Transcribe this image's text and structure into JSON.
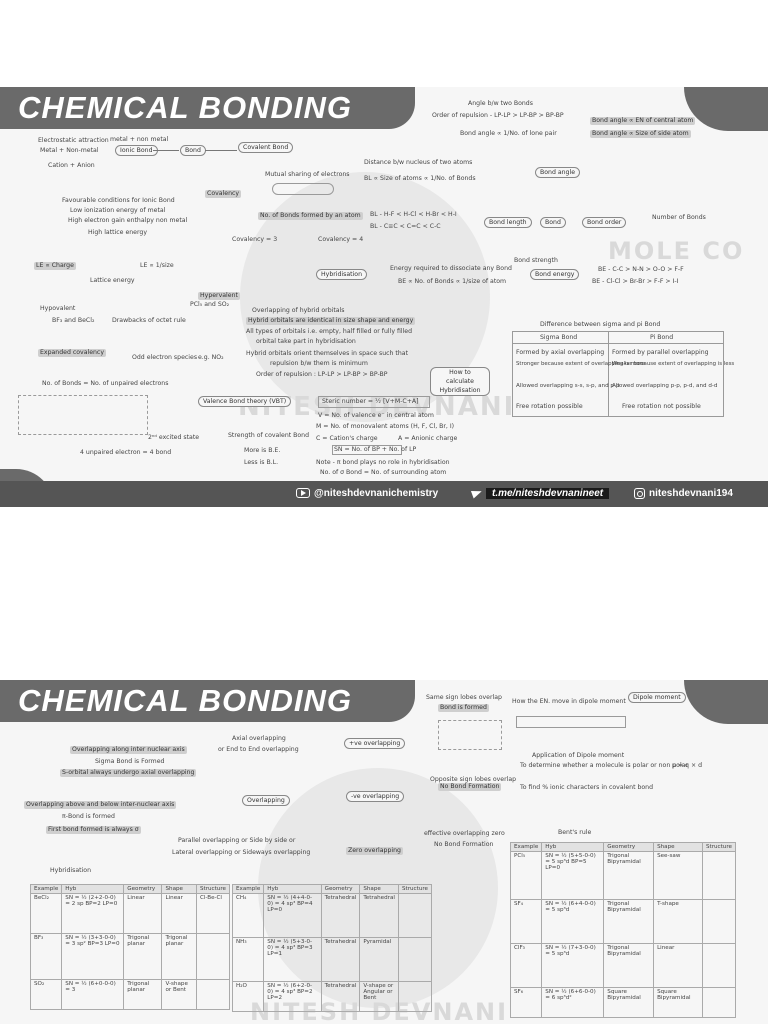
{
  "page1": {
    "title": "CHEMICAL BONDING",
    "watermark_text": "NITESH DEVNANI",
    "watermark_side": "MOLE CO",
    "texts": [
      "Electrostatic attraction",
      "Metal + Non-metal",
      "Cation + Anion",
      "metal + non metal",
      "Ionic Bond",
      "Bond",
      "Covalent Bond",
      "Favourable conditions for Ionic Bond",
      "Low ionization energy of metal",
      "High electron gain enthalpy non metal",
      "High lattice energy",
      "Covalency",
      "Mutual sharing of electrons",
      "No. of Bonds formed by an atom",
      "Covalency = 3",
      "Covalency = 4",
      "Lattice energy",
      "LE ∝ Charge",
      "LE ∝ 1/size",
      "Hypovalent",
      "BF₃ and BeCl₂",
      "Hypervalent",
      "PCl₅ and SO₂",
      "Drawbacks of octet rule",
      "Odd electron species",
      "e.g. NO₂",
      "Expanded covalency",
      "No. of Bonds = No. of unpaired electrons",
      "2ⁿᵈ excited state",
      "4 unpaired electron = 4 bond",
      "Hybridisation",
      "Overlapping of hybrid orbitals",
      "Hybrid orbitals are identical in size shape and energy",
      "All types of orbitals i.e. empty, half filled or fully filled",
      "orbital take part in hybridisation",
      "Hybrid orbitals orient themselves in space such that",
      "repulsion b/w them is minimum",
      "Order of repulsion : LP-LP > LP-BP > BP-BP",
      "Valence Bond theory (VBT)",
      "Strength of covalent Bond",
      "More is B.E.",
      "Less is B.L.",
      "Steric number = ½ [V+M-C+A]",
      "V = No. of valence e⁻ in central atom",
      "M = No. of monovalent atoms (H, F, Cl, Br, I)",
      "C = Cation's charge",
      "A = Anionic charge",
      "SN = No. of BP + No. of LP",
      "Note - π bond plays no role in hybridisation",
      "No. of σ Bond = No. of surrounding atom",
      "How to calculate Hybridisation",
      "Angle b/w two Bonds",
      "Order of repulsion - LP-LP > LP-BP > BP-BP",
      "Bond angle ∝ 1/No. of lone pair",
      "Bond angle ∝ EN of central atom",
      "Bond angle ∝ Size of side atom",
      "Bond angle",
      "Distance b/w nucleus of two atoms",
      "BL ∝ Size of atoms ∝ 1/No. of Bonds",
      "BL - H-F < H-Cl < H-Br < H-I",
      "BL - C≡C < C=C < C-C",
      "Bond length",
      "Bond",
      "Bond order",
      "Number of Bonds",
      "Energy required to dissociate any Bond",
      "BE ∝ No. of Bonds ∝ 1/size of atom",
      "Bond strength",
      "Bond energy",
      "BE - C-C > N-N > O-O > F-F",
      "BE - Cl-Cl > Br-Br > F-F > I-I",
      "Difference between sigma and pi Bond",
      "Sigma Bond",
      "Pi Bond",
      "Formed by axial overlapping",
      "Stronger because extent of overlapping is more",
      "Allowed overlapping s-s, s-p, and p-p",
      "Free rotation possible",
      "Formed by parallel overlapping",
      "Weaker because extent of overlapping is less",
      "Allowed overlapping p-p, p-d, and d-d",
      "Free rotation not possible"
    ],
    "footer": {
      "youtube": "@niteshdevnanichemistry",
      "telegram": "t.me/niteshdevnanineet",
      "instagram": "niteshdevnani194"
    }
  },
  "page2": {
    "title": "CHEMICAL BONDING",
    "watermark_text": "NITESH DEVNANI",
    "texts": [
      "Overlapping along inter nuclear axis",
      "Sigma Bond is Formed",
      "S-orbital always undergo axial overlapping",
      "Axial overlapping",
      "or End to End overlapping",
      "+ve overlapping",
      "Same sign lobes overlap",
      "Bond is formed",
      "Overlapping",
      "-ve overlapping",
      "Opposite sign lobes overlap",
      "No Bond Formation",
      "Overlapping above and below inter-nuclear axis",
      "π-Bond is formed",
      "First bond formed is always σ",
      "Parallel overlapping or Side by side or",
      "Lateral overlapping or Sideways overlapping",
      "Zero overlapping",
      "effective overlapping zero",
      "No Bond Formation",
      "How the EN. move in dipole moment",
      "Application of Dipole moment",
      "To determine whether a molecule is polar or non polar",
      "To find % ionic characters in covalent bond",
      "Dipole moment",
      "μ = q × d",
      "Bent's rule",
      "Hybridisation",
      "Example"
    ],
    "table_left": {
      "headers": [
        "Example",
        "Hyb",
        "Geometry",
        "Shape",
        "Structure"
      ],
      "rows": [
        [
          "BeCl₂",
          "SN = ½ (2+2-0-0) = 2 sp BP=2 LP=0",
          "Linear",
          "Linear",
          "Cl-Be-Cl"
        ],
        [
          "BF₃",
          "SN = ½ (3+3-0-0) = 3 sp² BP=3 LP=0",
          "Trigonal planar",
          "Trigonal planar",
          ""
        ],
        [
          "SO₂",
          "SN = ½ (6+0-0-0) = 3",
          "Trigonal planar",
          "V-shape or Bent",
          ""
        ]
      ]
    },
    "table_mid": {
      "headers": [
        "Example",
        "Hyb",
        "Geometry",
        "Shape",
        "Structure"
      ],
      "rows": [
        [
          "CH₄",
          "SN = ½ (4+4-0-0) = 4 sp³ BP=4 LP=0",
          "Tetrahedral",
          "Tetrahedral",
          ""
        ],
        [
          "NH₃",
          "SN = ½ (5+3-0-0) = 4 sp³ BP=3 LP=1",
          "Tetrahedral",
          "Pyramidal",
          ""
        ],
        [
          "H₂O",
          "SN = ½ (6+2-0-0) = 4 sp³ BP=2 LP=2",
          "Tetrahedral",
          "V-shape or Angular or Bent",
          ""
        ]
      ]
    },
    "table_right": {
      "headers": [
        "Example",
        "Hyb",
        "Geometry",
        "Shape",
        "Structure"
      ],
      "rows": [
        [
          "PCl₅",
          "SN = ½ (5+5-0-0) = 5 sp³d BP=5 LP=0",
          "Trigonal Bipyramidal",
          "See-saw",
          ""
        ],
        [
          "SF₄",
          "SN = ½ (6+4-0-0) = 5 sp³d",
          "Trigonal Bipyramidal",
          "T-shape",
          ""
        ],
        [
          "ClF₃",
          "SN = ½ (7+3-0-0) = 5 sp³d",
          "Trigonal Bipyramidal",
          "Linear",
          ""
        ],
        [
          "SF₆",
          "SN = ½ (6+6-0-0) = 6 sp³d²",
          "Square Bipyramidal",
          "Square Bipyramidal",
          ""
        ]
      ]
    }
  }
}
